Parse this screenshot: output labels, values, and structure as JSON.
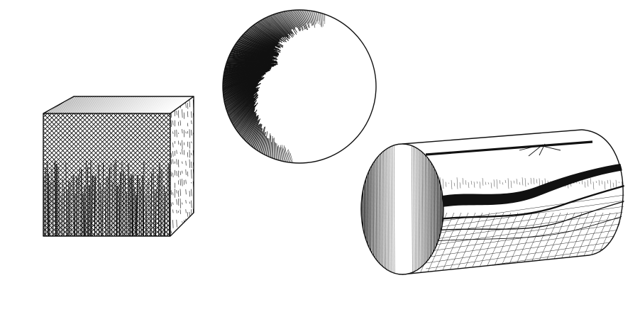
{
  "scene": {
    "background": "#ffffff",
    "ink": "#111111",
    "shapes": [
      "cube",
      "sphere",
      "cylinder"
    ],
    "style": "pen-and-ink hatching"
  }
}
